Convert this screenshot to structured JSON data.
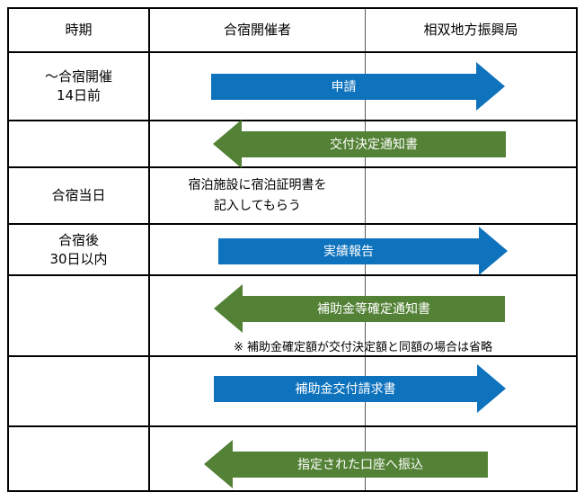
{
  "colors": {
    "blue": "#0e72bd",
    "green": "#538135",
    "border": "#000000",
    "divider": "#595959",
    "text": "#000000",
    "arrow_label": "#ffffff",
    "background": "#ffffff"
  },
  "header": {
    "period": "時期",
    "organizer": "合宿開催者",
    "bureau": "相双地方振興局"
  },
  "rows": {
    "row1": {
      "period_line1": "～合宿開催",
      "period_line2": "14日前",
      "arrow": {
        "label": "申請",
        "direction": "right",
        "color": "blue"
      }
    },
    "row2": {
      "arrow": {
        "label": "交付決定通知書",
        "direction": "left",
        "color": "green"
      }
    },
    "row3": {
      "period": "合宿当日",
      "action_line1": "宿泊施設に宿泊証明書を",
      "action_line2": "記入してもらう"
    },
    "row4": {
      "period_line1": "合宿後",
      "period_line2": "30日以内",
      "arrow": {
        "label": "実績報告",
        "direction": "right",
        "color": "blue"
      }
    },
    "row5": {
      "arrow": {
        "label": "補助金等確定通知書",
        "direction": "left",
        "color": "green"
      },
      "note": "※ 補助金確定額が交付決定額と同額の場合は省略"
    },
    "row6": {
      "arrow": {
        "label": "補助金交付請求書",
        "direction": "right",
        "color": "blue"
      }
    },
    "row7": {
      "arrow": {
        "label": "指定された口座へ振込",
        "direction": "left",
        "color": "green"
      }
    }
  }
}
